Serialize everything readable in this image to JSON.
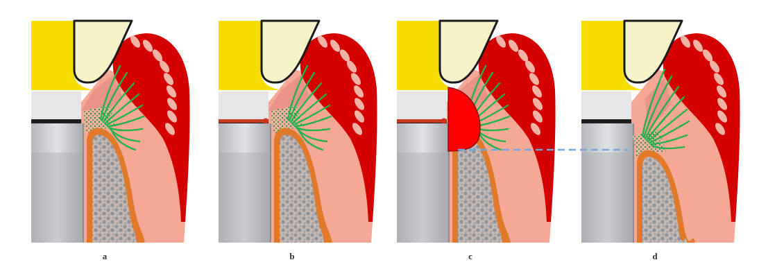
{
  "panels": [
    {
      "label": "a",
      "variant": "a"
    },
    {
      "label": "b",
      "variant": "b"
    },
    {
      "label": "c",
      "variant": "c"
    },
    {
      "label": "d",
      "variant": "d"
    }
  ],
  "colors": {
    "background": "#ffffff",
    "enamel_yellow": "#f7dc00",
    "crown_cream": "#f7f3c8",
    "outline": "#1a1a1a",
    "gingiva_red": "#d40000",
    "gingiva_pink": "#f3b2a6",
    "soft_tissue_salmon": "#f5a896",
    "bone_orange": "#e07a2a",
    "marrow_grey": "#8f939b",
    "fiber_green": "#22b14c",
    "implant_grey": "#c2c4c8",
    "implant_dark": "#a4a7ac",
    "instrument_red": "#c8381e",
    "lesion_red": "#ff0000",
    "dash_blue": "#6fa8dc"
  },
  "icons": [
    "tooth-crown-icon",
    "implant-abutment-icon",
    "bone-icon",
    "gingiva-icon",
    "collagen-fiber-icon"
  ]
}
